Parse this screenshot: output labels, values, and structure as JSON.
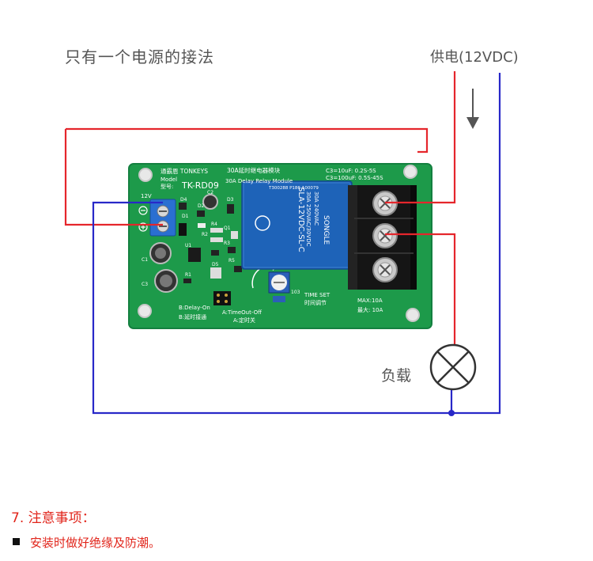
{
  "diagram": {
    "title": "只有一个电源的接法",
    "power_label": "供电(12VDC)",
    "load_label": "负载",
    "board": {
      "brand": "通霸恩 TONKEYS",
      "model_label": "Model",
      "model_label_cn": "型号:",
      "model": "TK-RD09",
      "name_cn": "30A延时继电器模块",
      "name_en": "30A Delay Relay Module",
      "cap_note_1": "C3=10uF: 0.2S-5S",
      "cap_note_2": "C3=100uF: 0.5S-45S",
      "power_pin": "12V",
      "relay_brand": "SONGLE",
      "relay_model": "SLA-12VDC-SL-C",
      "relay_rating_1": "30A 250VAC/30VDC",
      "relay_rating_2": "30A 240VAC",
      "relay_code": "T300288 P186-100079",
      "time_set": "TIME SET",
      "time_set_cn": "时间调节",
      "max_current": "MAX:10A",
      "max_current_cn": "最大: 10A",
      "mode_b": "B:Delay-On",
      "mode_b_cn": "B:延时接通",
      "mode_a": "A:TimeOut-Off",
      "mode_a_cn": "A:定时关",
      "pot_value": "103",
      "components": [
        "D4",
        "D1",
        "C2",
        "D2",
        "D3",
        "R4",
        "Q1",
        "R2",
        "R3",
        "U1",
        "C1",
        "C3",
        "R1",
        "R5",
        "D5"
      ]
    }
  },
  "notes": {
    "heading": "7. 注意事项：",
    "items": [
      "安装时做好绝缘及防潮。"
    ]
  },
  "colors": {
    "wire_red": "#e5262c",
    "wire_blue": "#2828c8",
    "pcb": "#1d9a4a",
    "relay": "#1e63b8",
    "text_red": "#e1251b"
  }
}
